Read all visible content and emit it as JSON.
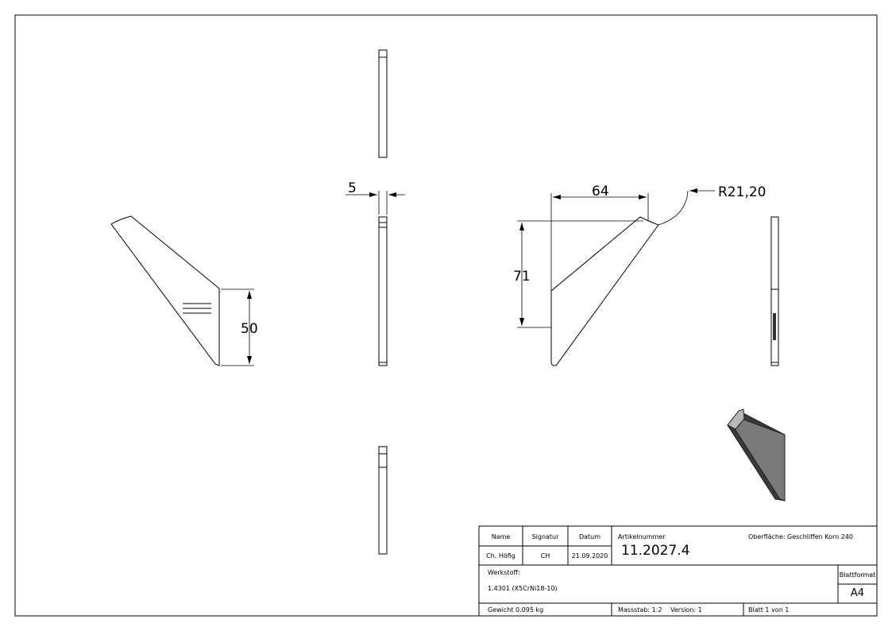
{
  "dimensions": {
    "height_left": "50",
    "thickness": "5",
    "width": "64",
    "height": "71",
    "radius": "R21,20"
  },
  "title_block": {
    "headers": {
      "name": "Name",
      "signature": "Signatur",
      "date": "Datum"
    },
    "row": {
      "name": "Ch. Höfig",
      "signature": "CH",
      "date": "21.09.2020"
    },
    "article_label": "Artikelnummer",
    "article_number": "11.2027.4",
    "surface_label": "Oberfläche:",
    "surface_value": "Geschliffen Korn 240",
    "material_label": "Werkstoff:",
    "material_value": "1.4301 (X5CrNi18-10)",
    "format_label": "Blattformat",
    "format_value": "A4",
    "weight": "Gewicht 0.095 kg",
    "scale": "Massstab: 1:2",
    "version": "Version: 1",
    "sheet": "Blatt 1 von 1"
  }
}
